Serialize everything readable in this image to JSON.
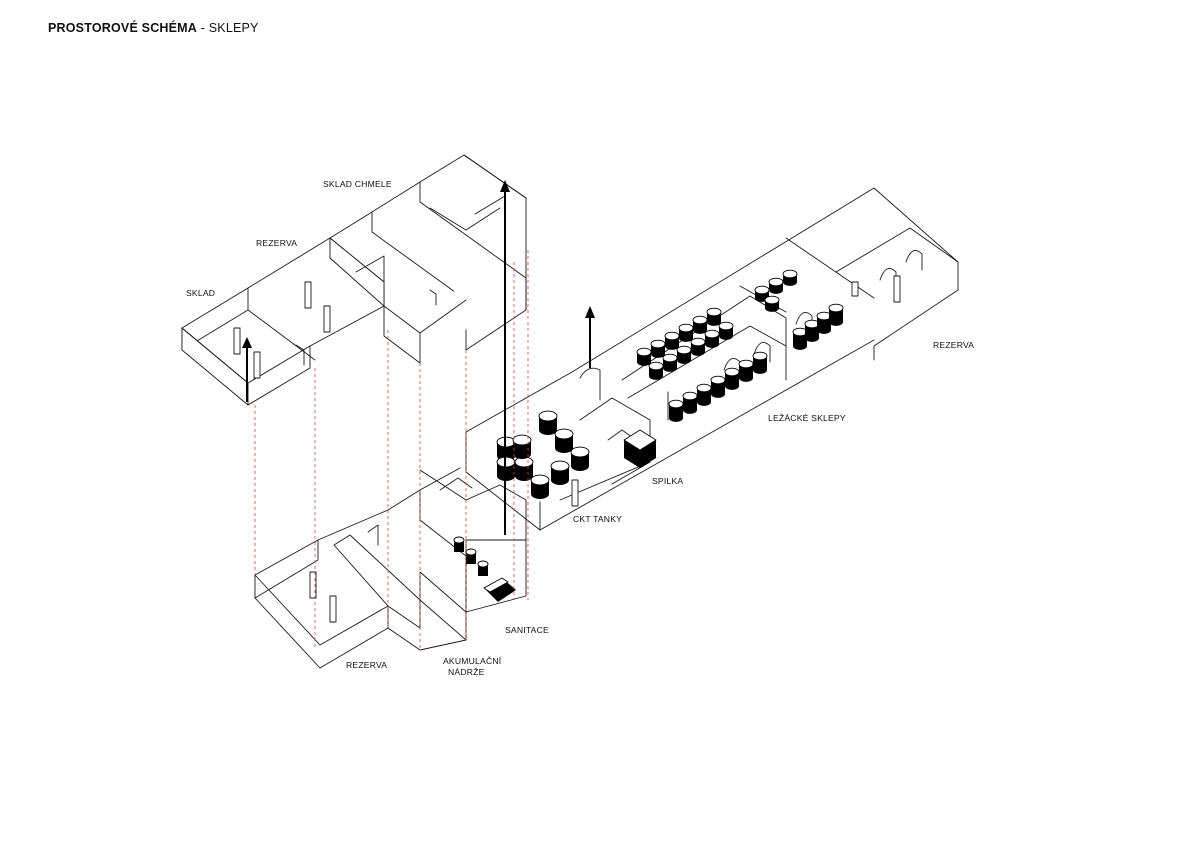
{
  "title": {
    "bold": "PROSTOROVÉ SCHÉMA",
    "rest": " - SKLEPY"
  },
  "labels": {
    "sklad_chmele": "SKLAD CHMELE",
    "rezerva_top": "REZERVA",
    "sklad": "SKLAD",
    "rezerva_right": "REZERVA",
    "lezacke_sklepy": "LEŽÁCKÉ SKLEPY",
    "spilka": "SPILKA",
    "ckt_tanky": "CKT TANKY",
    "sanitace": "SANITACE",
    "rezerva_bottom": "REZERVA",
    "akumulacni_1": "AKUMULAČNÍ",
    "akumulacni_2": "NÁDRŽE"
  },
  "colors": {
    "lines": "#1a1a1a",
    "projection": "#e03a3a",
    "fill": "#000000"
  }
}
